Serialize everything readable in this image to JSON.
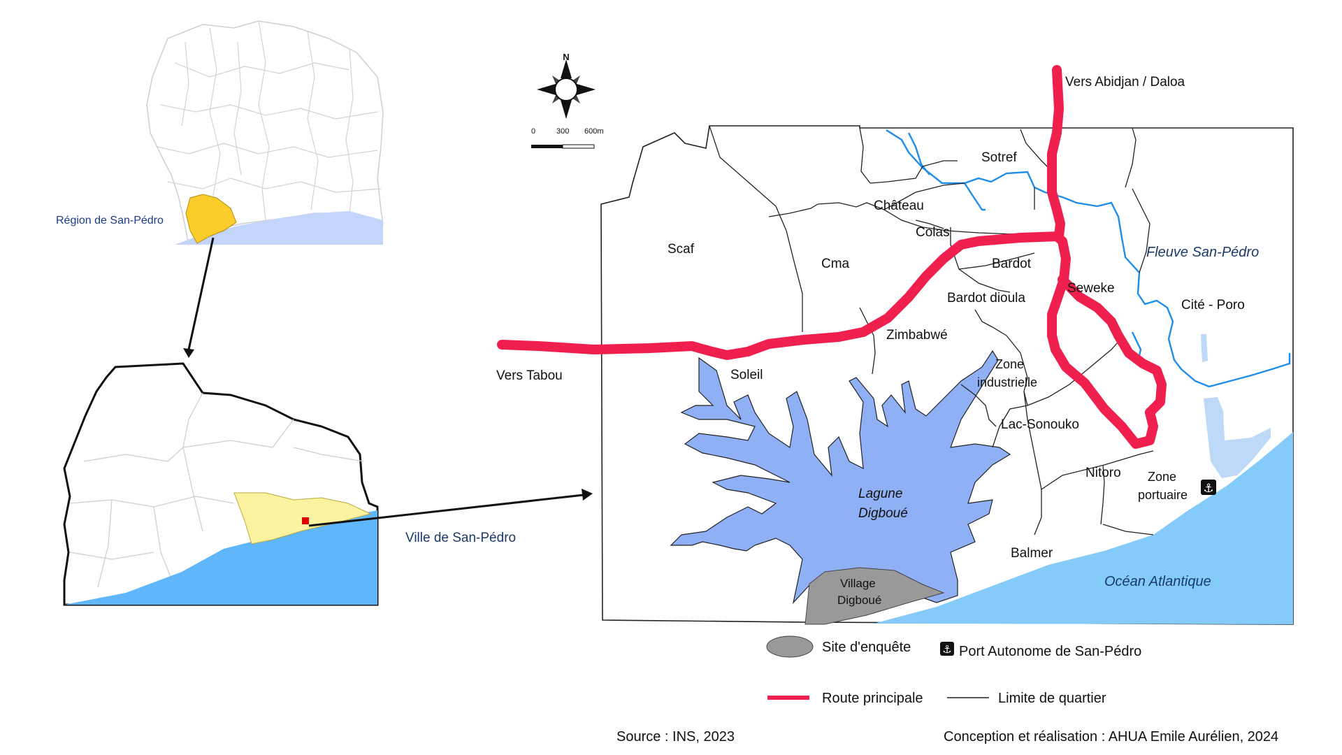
{
  "colors": {
    "route": "#f0204e",
    "water_lagoon": "#8fb0f5",
    "ocean_main": "#85cbfa",
    "ocean_inset": "#5fb6fb",
    "ocean_top_inset": "#c3d5fa",
    "river": "#1f8ee8",
    "region_orange": "#fbcc2a",
    "region_yellow": "#fdf2a0",
    "site_gray": "#999999",
    "border": "#222222"
  },
  "top_inset": {
    "region_label": "Région de San-Pédro"
  },
  "middle_inset": {
    "city_label": "Ville de San-Pédro"
  },
  "compass": {
    "north": "N",
    "scale_labels": [
      "0",
      "300",
      "600m"
    ]
  },
  "main_map": {
    "route_labels": {
      "north": "Vers Abidjan / Daloa",
      "west": "Vers Tabou"
    },
    "water_labels": {
      "river": "Fleuve San-Pédro",
      "ocean": "Océan Atlantique",
      "lagoon_line1": "Lagune",
      "lagoon_line2": "Digboué"
    },
    "quarters": {
      "sotref": "Sotref",
      "chateau": "Château",
      "colas": "Colas",
      "scaf": "Scaf",
      "cma": "Cma",
      "bardot": "Bardot",
      "seweke": "Seweke",
      "bardot_dioula": "Bardot dioula",
      "cite_poro": "Cité - Poro",
      "zimbabwe": "Zimbabwé",
      "zone_ind_line1": "Zone",
      "zone_ind_line2": "industrielle",
      "soleil": "Soleil",
      "lac_sonouko": "Lac-Sonouko",
      "nitoro": "Nitoro",
      "zone_port_line1": "Zone",
      "zone_port_line2": "portuaire",
      "balmer": "Balmer",
      "village_line1": "Village",
      "village_line2": "Digboué"
    }
  },
  "legend": {
    "site": "Site d'enquête",
    "port": "Port Autonome de San-Pédro",
    "route": "Route principale",
    "limite": "Limite de quartier"
  },
  "credits": {
    "source": "Source : INS, 2023",
    "author": "Conception et réalisation : AHUA Emile Aurélien, 2024"
  }
}
